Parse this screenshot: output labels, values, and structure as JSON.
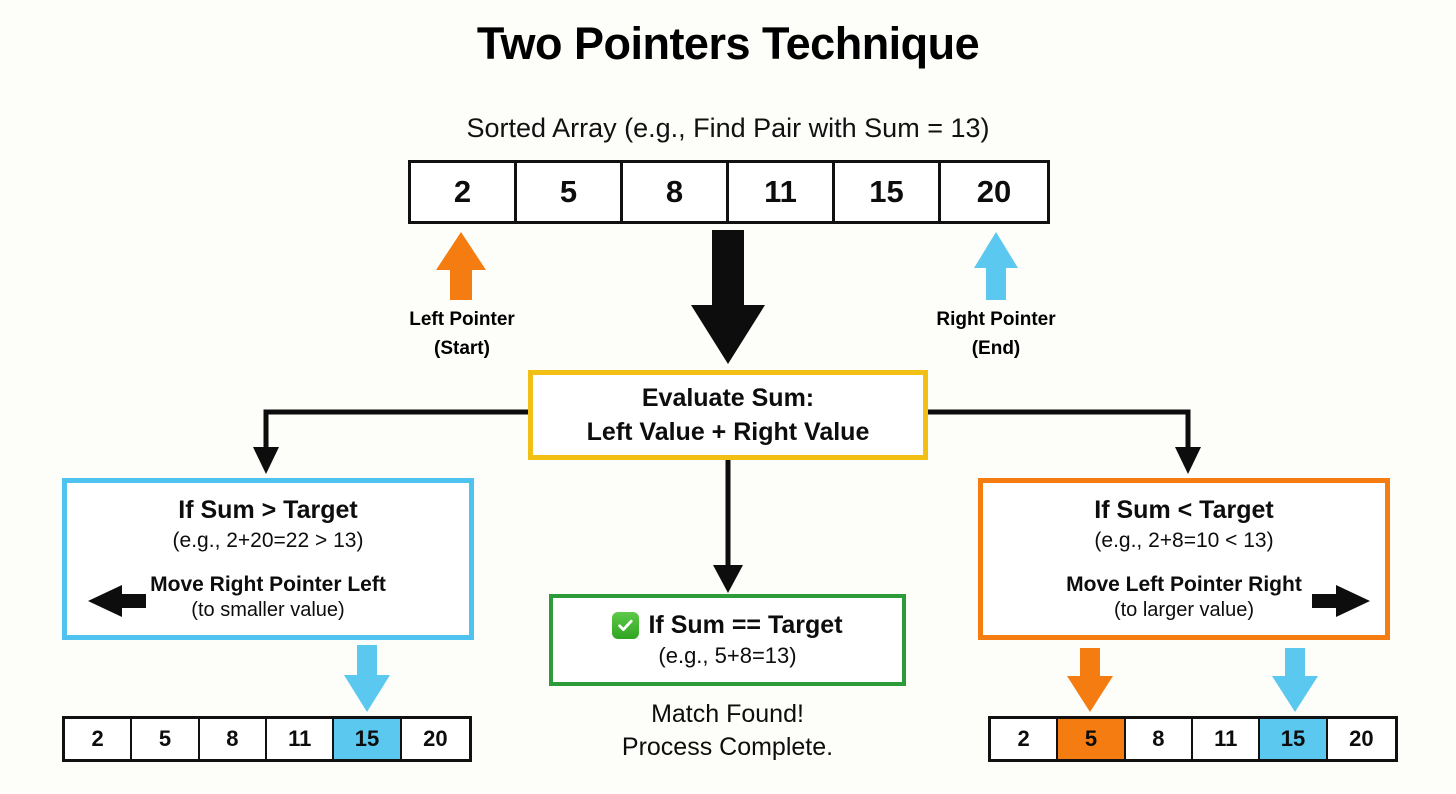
{
  "title": "Two Pointers Technique",
  "array_caption": "Sorted Array (e.g., Find Pair with Sum = 13)",
  "colors": {
    "background": "#fdfdfa",
    "orange": "#F57C10",
    "cyan": "#4FC3F0",
    "gold": "#F2C014",
    "green": "#2E9B3B",
    "black": "#111111"
  },
  "main_array": {
    "values": [
      "2",
      "5",
      "8",
      "11",
      "15",
      "20"
    ],
    "highlights": [
      null,
      null,
      null,
      null,
      null,
      null
    ]
  },
  "pointers": {
    "left": {
      "label_line1": "Left Pointer",
      "label_line2": "(Start)",
      "icon": "arrow-up-icon",
      "color": "#F57C10",
      "index": 0
    },
    "right": {
      "label_line1": "Right Pointer",
      "label_line2": "(End)",
      "icon": "arrow-up-icon",
      "color": "#4FC3F0",
      "index": 5
    },
    "flow_down": {
      "icon": "arrow-down-icon",
      "color": "#111111"
    }
  },
  "evaluate_box": {
    "line1": "Evaluate Sum:",
    "line2": "Left Value + Right Value",
    "border_color": "#F2C014"
  },
  "branches": {
    "left": {
      "title": "If Sum > Target",
      "example": "(e.g., 2+20=22 > 13)",
      "action": "Move Right Pointer Left",
      "sub": "(to smaller value)",
      "arrow_icon": "arrow-left-icon",
      "border_color": "#4FC3F0",
      "result_array": {
        "values": [
          "2",
          "5",
          "8",
          "11",
          "15",
          "20"
        ],
        "highlights": [
          null,
          null,
          null,
          null,
          "cyan",
          null
        ],
        "marker": {
          "icon": "arrow-down-icon",
          "color": "#4FC3F0",
          "index": 4
        }
      }
    },
    "right": {
      "title": "If Sum < Target",
      "example": "(e.g., 2+8=10 < 13)",
      "action": "Move Left Pointer Right",
      "sub": "(to larger value)",
      "arrow_icon": "arrow-right-icon",
      "border_color": "#F57C10",
      "result_array": {
        "values": [
          "2",
          "5",
          "8",
          "11",
          "15",
          "20"
        ],
        "highlights": [
          null,
          "orange",
          null,
          null,
          "cyan",
          null
        ],
        "markers": [
          {
            "icon": "arrow-down-icon",
            "color": "#F57C10",
            "index": 1
          },
          {
            "icon": "arrow-down-icon",
            "color": "#4FC3F0",
            "index": 4
          }
        ]
      }
    },
    "match": {
      "icon": "check-mark-button-icon",
      "title": "If Sum == Target",
      "example": "(e.g., 5+8=13)",
      "border_color": "#2E9B3B",
      "result_line1": "Match Found!",
      "result_line2": "Process Complete."
    }
  }
}
